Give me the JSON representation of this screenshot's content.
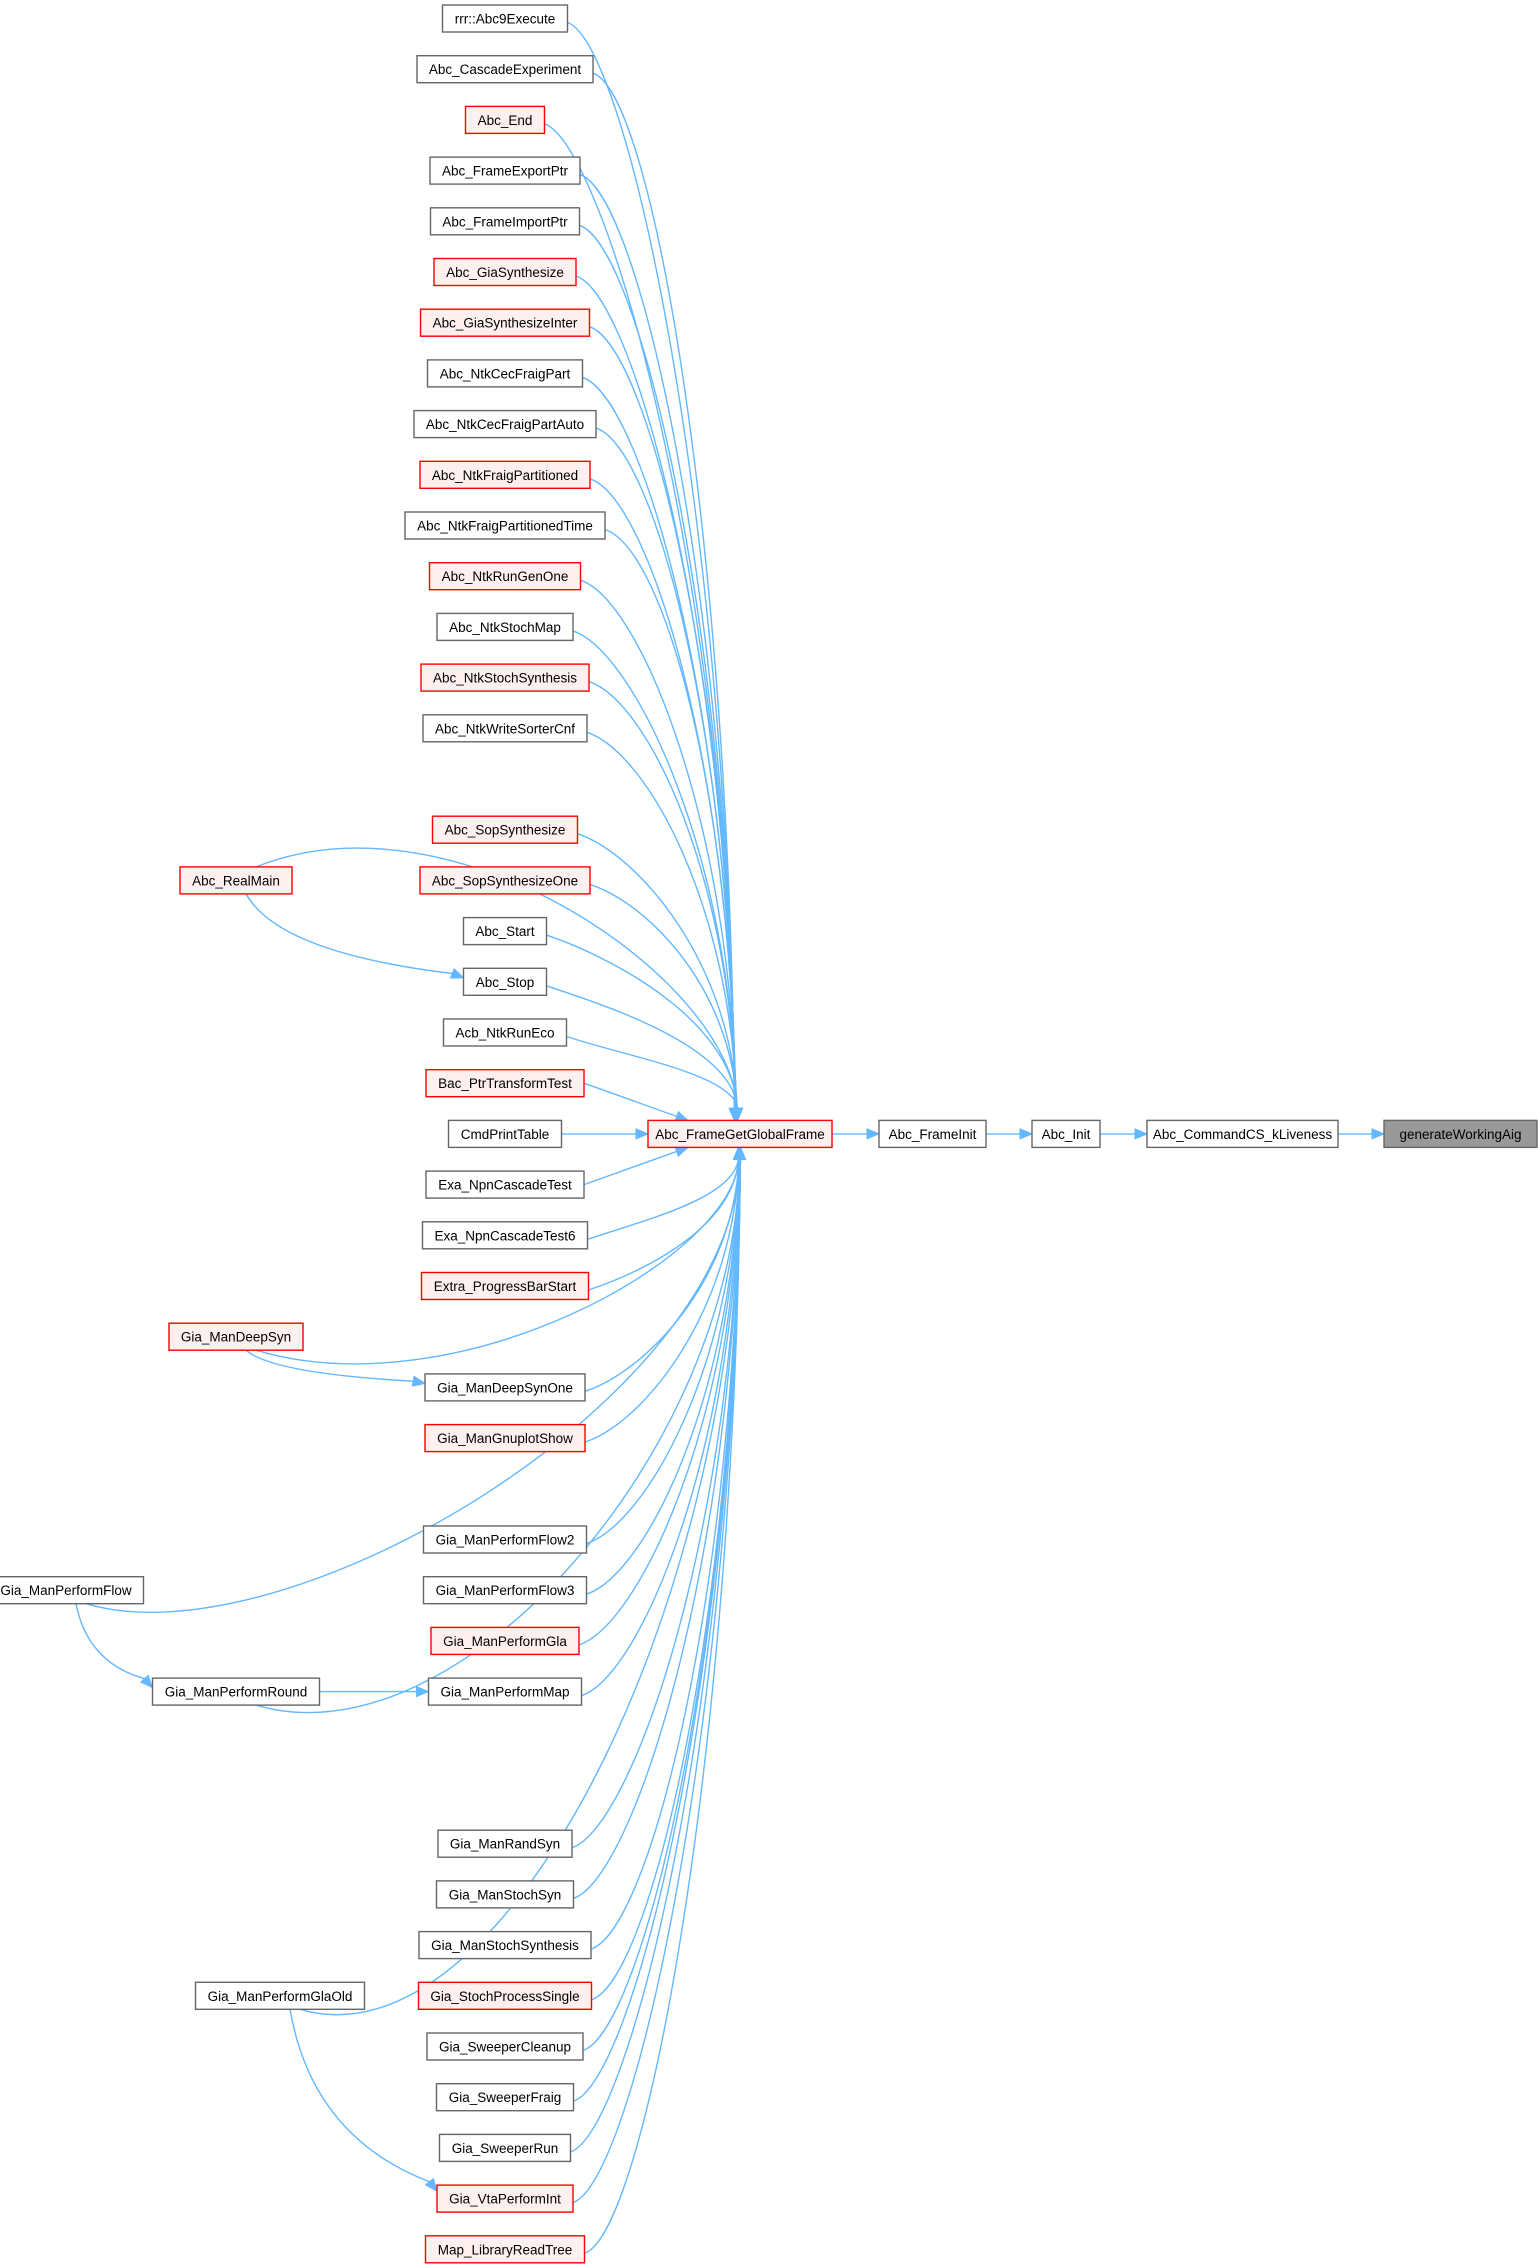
{
  "graph": {
    "title": "Caller graph of generateWorkingAig",
    "colors": {
      "edge": "#63b8ff",
      "node_border": "#666666",
      "node_fill": "#ffffff",
      "undocumented_border": "#ff0000",
      "undocumented_fill": "#fff0f0",
      "focus_fill": "#999999"
    },
    "nodes": [
      {
        "id": "rrr_abc9execute",
        "label": "rrr::Abc9Execute",
        "style": "gray"
      },
      {
        "id": "abc_cascadeexperiment",
        "label": "Abc_CascadeExperiment",
        "style": "gray"
      },
      {
        "id": "abc_end",
        "label": "Abc_End",
        "style": "red"
      },
      {
        "id": "abc_frameexportptr",
        "label": "Abc_FrameExportPtr",
        "style": "gray"
      },
      {
        "id": "abc_frameimportptr",
        "label": "Abc_FrameImportPtr",
        "style": "gray"
      },
      {
        "id": "abc_giasynthesize",
        "label": "Abc_GiaSynthesize",
        "style": "red"
      },
      {
        "id": "abc_giasynthesizeinter",
        "label": "Abc_GiaSynthesizeInter",
        "style": "red"
      },
      {
        "id": "abc_ntkcecfraigpart",
        "label": "Abc_NtkCecFraigPart",
        "style": "gray"
      },
      {
        "id": "abc_ntkcecfraigpartauto",
        "label": "Abc_NtkCecFraigPartAuto",
        "style": "gray"
      },
      {
        "id": "abc_ntkfraigpartitioned",
        "label": "Abc_NtkFraigPartitioned",
        "style": "red"
      },
      {
        "id": "abc_ntkfraigpartitionedtime",
        "label": "Abc_NtkFraigPartitionedTime",
        "style": "gray"
      },
      {
        "id": "abc_ntkrungenone",
        "label": "Abc_NtkRunGenOne",
        "style": "red"
      },
      {
        "id": "abc_ntkstochmap",
        "label": "Abc_NtkStochMap",
        "style": "gray"
      },
      {
        "id": "abc_ntkstochsynthesis",
        "label": "Abc_NtkStochSynthesis",
        "style": "red"
      },
      {
        "id": "abc_ntkwritesortercnf",
        "label": "Abc_NtkWriteSorterCnf",
        "style": "gray"
      },
      {
        "id": "abc_realmain",
        "label": "Abc_RealMain",
        "style": "red"
      },
      {
        "id": "abc_sopsynthesize",
        "label": "Abc_SopSynthesize",
        "style": "red"
      },
      {
        "id": "abc_sopsynthesizeone",
        "label": "Abc_SopSynthesizeOne",
        "style": "red"
      },
      {
        "id": "abc_start",
        "label": "Abc_Start",
        "style": "gray"
      },
      {
        "id": "abc_stop",
        "label": "Abc_Stop",
        "style": "gray"
      },
      {
        "id": "acb_ntkruneco",
        "label": "Acb_NtkRunEco",
        "style": "gray"
      },
      {
        "id": "bac_ptrtransformtest",
        "label": "Bac_PtrTransformTest",
        "style": "red"
      },
      {
        "id": "cmdprinttable",
        "label": "CmdPrintTable",
        "style": "gray"
      },
      {
        "id": "exa_npncascadetest",
        "label": "Exa_NpnCascadeTest",
        "style": "gray"
      },
      {
        "id": "exa_npncascadetest6",
        "label": "Exa_NpnCascadeTest6",
        "style": "gray"
      },
      {
        "id": "extra_progressbarstart",
        "label": "Extra_ProgressBarStart",
        "style": "red"
      },
      {
        "id": "gia_mandeepsyn",
        "label": "Gia_ManDeepSyn",
        "style": "red"
      },
      {
        "id": "gia_mandeepsynone",
        "label": "Gia_ManDeepSynOne",
        "style": "gray"
      },
      {
        "id": "gia_mangnuplotshow",
        "label": "Gia_ManGnuplotShow",
        "style": "red"
      },
      {
        "id": "gia_manperformflow",
        "label": "Gia_ManPerformFlow",
        "style": "gray"
      },
      {
        "id": "gia_manperformflow2",
        "label": "Gia_ManPerformFlow2",
        "style": "gray"
      },
      {
        "id": "gia_manperformflow3",
        "label": "Gia_ManPerformFlow3",
        "style": "gray"
      },
      {
        "id": "gia_manperformgla",
        "label": "Gia_ManPerformGla",
        "style": "red"
      },
      {
        "id": "gia_manperformround",
        "label": "Gia_ManPerformRound",
        "style": "gray"
      },
      {
        "id": "gia_manperformmap",
        "label": "Gia_ManPerformMap",
        "style": "gray"
      },
      {
        "id": "gia_manperformglaold",
        "label": "Gia_ManPerformGlaOld",
        "style": "gray"
      },
      {
        "id": "gia_manrandsyn",
        "label": "Gia_ManRandSyn",
        "style": "gray"
      },
      {
        "id": "gia_manstochsyn",
        "label": "Gia_ManStochSyn",
        "style": "gray"
      },
      {
        "id": "gia_manstochsynthesis",
        "label": "Gia_ManStochSynthesis",
        "style": "gray"
      },
      {
        "id": "gia_stochprocesssingle",
        "label": "Gia_StochProcessSingle",
        "style": "red"
      },
      {
        "id": "gia_sweepercleanup",
        "label": "Gia_SweeperCleanup",
        "style": "gray"
      },
      {
        "id": "gia_sweeperfraig",
        "label": "Gia_SweeperFraig",
        "style": "gray"
      },
      {
        "id": "gia_sweeperrun",
        "label": "Gia_SweeperRun",
        "style": "gray"
      },
      {
        "id": "gia_vtaperformint",
        "label": "Gia_VtaPerformInt",
        "style": "red"
      },
      {
        "id": "map_libraryreadtree",
        "label": "Map_LibraryReadTree",
        "style": "red"
      },
      {
        "id": "abc_framegetglobalframe",
        "label": "Abc_FrameGetGlobalFrame",
        "style": "red"
      },
      {
        "id": "abc_frameinit",
        "label": "Abc_FrameInit",
        "style": "gray"
      },
      {
        "id": "abc_init",
        "label": "Abc_Init",
        "style": "gray"
      },
      {
        "id": "abc_commandcs_kliveness",
        "label": "Abc_CommandCS_kLiveness",
        "style": "gray"
      },
      {
        "id": "generateworkingaig",
        "label": "generateWorkingAig",
        "style": "focus"
      }
    ],
    "edges": [
      [
        "rrr_abc9execute",
        "abc_framegetglobalframe"
      ],
      [
        "abc_cascadeexperiment",
        "abc_framegetglobalframe"
      ],
      [
        "abc_end",
        "abc_framegetglobalframe"
      ],
      [
        "abc_frameexportptr",
        "abc_framegetglobalframe"
      ],
      [
        "abc_frameimportptr",
        "abc_framegetglobalframe"
      ],
      [
        "abc_giasynthesize",
        "abc_framegetglobalframe"
      ],
      [
        "abc_giasynthesizeinter",
        "abc_framegetglobalframe"
      ],
      [
        "abc_ntkcecfraigpart",
        "abc_framegetglobalframe"
      ],
      [
        "abc_ntkcecfraigpartauto",
        "abc_framegetglobalframe"
      ],
      [
        "abc_ntkfraigpartitioned",
        "abc_framegetglobalframe"
      ],
      [
        "abc_ntkfraigpartitionedtime",
        "abc_framegetglobalframe"
      ],
      [
        "abc_ntkrungenone",
        "abc_framegetglobalframe"
      ],
      [
        "abc_ntkstochmap",
        "abc_framegetglobalframe"
      ],
      [
        "abc_ntkstochsynthesis",
        "abc_framegetglobalframe"
      ],
      [
        "abc_ntkwritesortercnf",
        "abc_framegetglobalframe"
      ],
      [
        "abc_realmain",
        "abc_framegetglobalframe"
      ],
      [
        "abc_realmain",
        "abc_stop"
      ],
      [
        "abc_sopsynthesize",
        "abc_framegetglobalframe"
      ],
      [
        "abc_sopsynthesizeone",
        "abc_framegetglobalframe"
      ],
      [
        "abc_start",
        "abc_framegetglobalframe"
      ],
      [
        "abc_stop",
        "abc_framegetglobalframe"
      ],
      [
        "acb_ntkruneco",
        "abc_framegetglobalframe"
      ],
      [
        "bac_ptrtransformtest",
        "abc_framegetglobalframe"
      ],
      [
        "cmdprinttable",
        "abc_framegetglobalframe"
      ],
      [
        "exa_npncascadetest",
        "abc_framegetglobalframe"
      ],
      [
        "exa_npncascadetest6",
        "abc_framegetglobalframe"
      ],
      [
        "extra_progressbarstart",
        "abc_framegetglobalframe"
      ],
      [
        "gia_mandeepsyn",
        "abc_framegetglobalframe"
      ],
      [
        "gia_mandeepsyn",
        "gia_mandeepsynone"
      ],
      [
        "gia_mandeepsynone",
        "abc_framegetglobalframe"
      ],
      [
        "gia_mangnuplotshow",
        "abc_framegetglobalframe"
      ],
      [
        "gia_manperformflow",
        "abc_framegetglobalframe"
      ],
      [
        "gia_manperformflow",
        "gia_manperformround"
      ],
      [
        "gia_manperformflow2",
        "abc_framegetglobalframe"
      ],
      [
        "gia_manperformflow3",
        "abc_framegetglobalframe"
      ],
      [
        "gia_manperformgla",
        "abc_framegetglobalframe"
      ],
      [
        "gia_manperformround",
        "abc_framegetglobalframe"
      ],
      [
        "gia_manperformround",
        "gia_manperformmap"
      ],
      [
        "gia_manperformmap",
        "abc_framegetglobalframe"
      ],
      [
        "gia_manperformglaold",
        "abc_framegetglobalframe"
      ],
      [
        "gia_manperformglaold",
        "gia_vtaperformint"
      ],
      [
        "gia_manrandsyn",
        "abc_framegetglobalframe"
      ],
      [
        "gia_manstochsyn",
        "abc_framegetglobalframe"
      ],
      [
        "gia_manstochsynthesis",
        "abc_framegetglobalframe"
      ],
      [
        "gia_stochprocesssingle",
        "abc_framegetglobalframe"
      ],
      [
        "gia_sweepercleanup",
        "abc_framegetglobalframe"
      ],
      [
        "gia_sweeperfraig",
        "abc_framegetglobalframe"
      ],
      [
        "gia_sweeperrun",
        "abc_framegetglobalframe"
      ],
      [
        "gia_vtaperformint",
        "abc_framegetglobalframe"
      ],
      [
        "map_libraryreadtree",
        "abc_framegetglobalframe"
      ],
      [
        "abc_framegetglobalframe",
        "abc_frameinit"
      ],
      [
        "abc_frameinit",
        "abc_init"
      ],
      [
        "abc_init",
        "abc_commandcs_kliveness"
      ],
      [
        "abc_commandcs_kliveness",
        "generateworkingaig"
      ]
    ]
  }
}
